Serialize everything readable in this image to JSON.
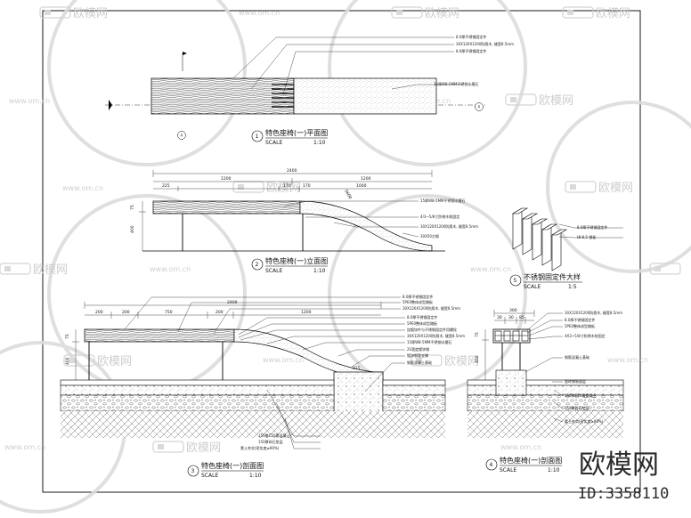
{
  "watermark": {
    "text": "欧模网",
    "url": "www.om.cn"
  },
  "views": [
    {
      "number": "1",
      "title": "特色座椅(一)平面图",
      "scale_label": "SCALE",
      "scale_value": "1:10"
    },
    {
      "number": "2",
      "title": "特色座椅(一)立面图",
      "scale_label": "SCALE",
      "scale_value": "1:10"
    },
    {
      "number": "3",
      "title": "特色座椅(一)剖面图",
      "scale_label": "SCALE",
      "scale_value": "1:10"
    },
    {
      "number": "4",
      "title": "特色座椅(一)剖面图",
      "scale_label": "SCALE",
      "scale_value": "1:10"
    },
    {
      "number": "5",
      "title": "不锈钢固定件大样",
      "scale_label": "SCALE",
      "scale_value": "1:5"
    }
  ],
  "plan": {
    "callouts": [
      "8.0厚不锈钢固定件",
      "30X120X1200防腐木, 缝宽8.5mm",
      "8.0厚不锈钢固定件",
      "15厚W8-5MM不锈钢水磨石"
    ],
    "markers": [
      "A",
      "A"
    ]
  },
  "elevation": {
    "dims_top": [
      "2400"
    ],
    "dims_mid": [
      "1200",
      "1200"
    ],
    "dims_low": [
      "225",
      "170",
      "170",
      "1000"
    ],
    "dims_left": [
      "400",
      "75"
    ],
    "dims_right": [
      "5600"
    ],
    "callouts": [
      "15厚W8-5MM不锈钢水磨石",
      "4/3~5/8寸防锈木枕固定",
      "30X120X1200防腐木, 缝宽8.5mm",
      "30X50方钢"
    ]
  },
  "section3": {
    "dims_top": [
      "2400"
    ],
    "dims_mid": [
      "200",
      "200",
      "750",
      "200",
      "1200"
    ],
    "dims_left": [
      "75",
      "400"
    ],
    "dims_bottom": [
      "375"
    ],
    "callouts_top": [
      "8.0厚不锈钢固定件",
      "5PE0整体成型踏板",
      "30X120X1200防腐木, 缝宽8.5mm"
    ],
    "callouts_right": [
      "8.0厚不锈钢固定件",
      "5PE0整体成型踏板",
      "加镀锌件与不锈钢固定件用螺栓",
      "30X120X1200防腐木, 缝宽8.5mm",
      "15厚W8-5MM不锈钢水磨石",
      "2S宽度镀锌钢",
      "镀锌钢管支撑",
      "钢筋混凝土基础"
    ],
    "callouts_bottom": [
      "150厚C20素混凝土",
      "150厚碎石垫层",
      "素土夯实(密实度≥90%)"
    ]
  },
  "detail5": {
    "callouts": [
      "8.0厚不锈钢固定件",
      "t8-8.5 钢板"
    ]
  },
  "section4": {
    "dims_top": [
      "300",
      "30",
      "30",
      "85"
    ],
    "dims_left": [
      "75",
      "400"
    ],
    "callouts": [
      "30X120X1200防腐木, 缝宽8.5mm",
      "8.0厚不锈钢固定件",
      "5PE0整体成型踏板",
      "4X3~5/8寸防锈木枕固定",
      "钢筋混凝土基础",
      "面砖铺装面层",
      "150厚C20素混凝土",
      "150厚碎石垫层",
      "素土夯实(密实度≥90%)"
    ]
  },
  "brand": {
    "name": "欧模网",
    "id_text": "ID:3358110"
  }
}
